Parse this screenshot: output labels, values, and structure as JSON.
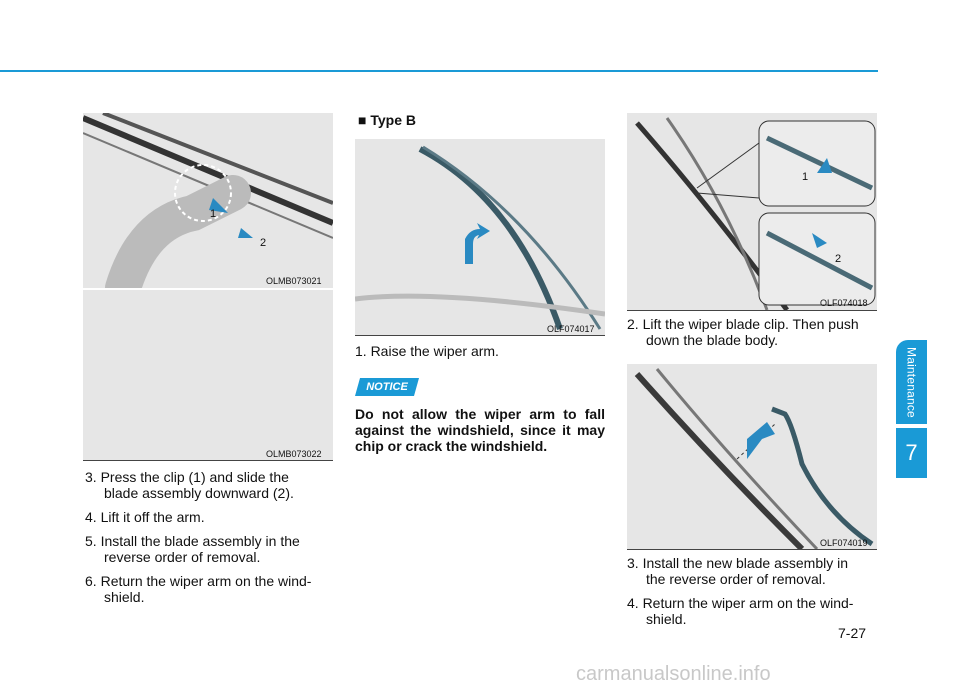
{
  "section": {
    "tab_label": "Maintenance",
    "chapter_number": "7"
  },
  "figures": {
    "fig1": {
      "code": "OLMB073021",
      "callout_1": "1",
      "callout_2": "2"
    },
    "fig2": {
      "code": "OLMB073022"
    },
    "fig3": {
      "code": "OLF074017"
    },
    "fig4": {
      "code": "OLF074018",
      "callout_1": "1",
      "callout_2": "2"
    },
    "fig5": {
      "code": "OLF074019"
    }
  },
  "col1": {
    "steps": [
      {
        "num": "3.",
        "text": "Press the clip (1) and slide the",
        "cont": "blade assembly downward (2)."
      },
      {
        "num": "4.",
        "text": "Lift it off the arm.",
        "cont": ""
      },
      {
        "num": "5.",
        "text": "Install the blade assembly in the",
        "cont": "reverse order of removal."
      },
      {
        "num": "6.",
        "text": "Return the wiper arm on the wind-",
        "cont": "shield."
      }
    ]
  },
  "col2": {
    "heading": "■ Type B",
    "step1": "1. Raise the wiper arm.",
    "notice_label": "NOTICE",
    "notice_text": "Do not allow the wiper arm to fall against the windshield, since it may chip or crack the windshield."
  },
  "col3": {
    "step2_a": "2. Lift the wiper blade clip. Then push",
    "step2_b": "down the blade body.",
    "steps": [
      {
        "text": "3. Install the new blade assembly in",
        "cont": "the reverse order of removal."
      },
      {
        "text": "4. Return the wiper arm on the wind-",
        "cont": "shield."
      }
    ]
  },
  "page_number": "7-27",
  "footer": "carmanualsonline.info"
}
